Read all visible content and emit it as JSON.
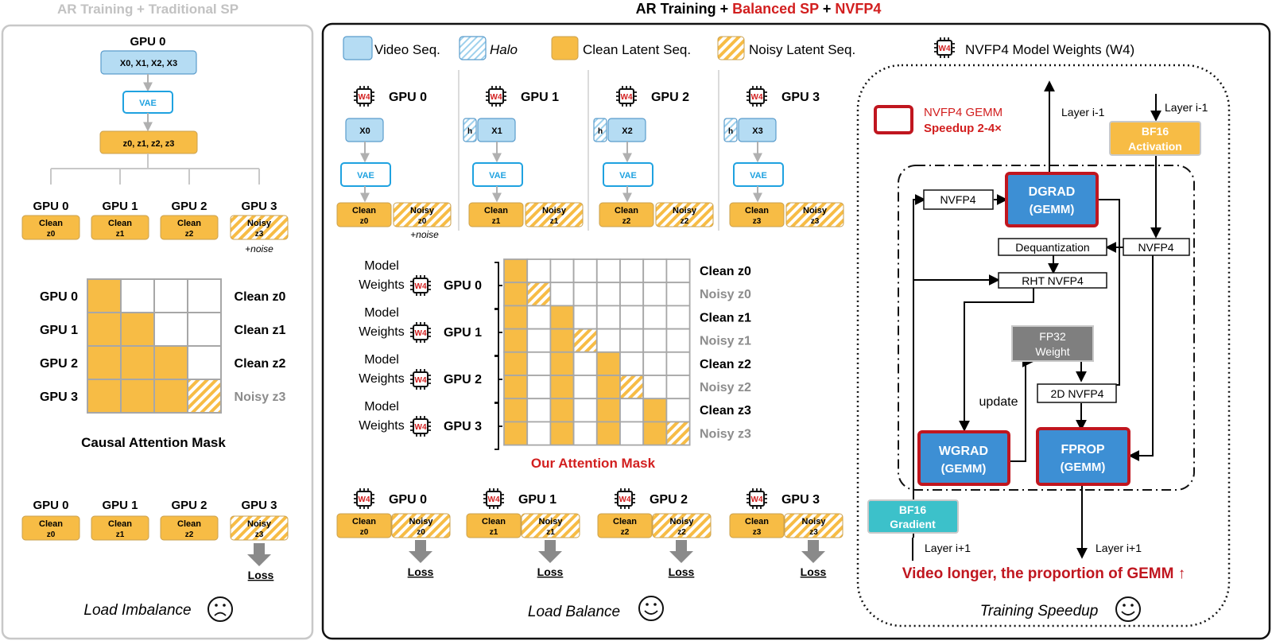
{
  "left": {
    "title": "AR Training + Traditional SP",
    "gpu0_top": "GPU 0",
    "video_frames": "X0, X1, X2, X3",
    "vae": "VAE",
    "latents": "z0, z1, z2, z3",
    "gpus": [
      {
        "name": "GPU 0",
        "t1": "Clean",
        "t2": "z0"
      },
      {
        "name": "GPU 1",
        "t1": "Clean",
        "t2": "z1"
      },
      {
        "name": "GPU 2",
        "t1": "Clean",
        "t2": "z2"
      },
      {
        "name": "GPU 3",
        "t1": "Noisy",
        "t2": "z3"
      }
    ],
    "noise": "+noise",
    "mask_rows": [
      "GPU 0",
      "GPU 1",
      "GPU 2",
      "GPU 3"
    ],
    "mask_labels": [
      "Clean z0",
      "Clean z1",
      "Clean z2",
      "Noisy z3"
    ],
    "mask_title": "Causal Attention Mask",
    "loss": "Loss",
    "footer": "Load Imbalance"
  },
  "right": {
    "title_1": "AR Training + ",
    "title_2": "Balanced SP",
    "title_3": " + ",
    "title_4": "NVFP4",
    "legend": {
      "video": "Video Seq.",
      "halo": "Halo",
      "clean": "Clean Latent Seq.",
      "noisy": "Noisy Latent Seq.",
      "weights": "NVFP4 Model Weights (W4)",
      "w4": "W4"
    },
    "gpus": [
      {
        "name": "GPU 0",
        "x": "X0",
        "clean": "z0",
        "noisy": "z0"
      },
      {
        "name": "GPU 1",
        "x": "X1",
        "clean": "z1",
        "noisy": "z1"
      },
      {
        "name": "GPU 2",
        "x": "X2",
        "clean": "z2",
        "noisy": "z2"
      },
      {
        "name": "GPU 3",
        "x": "X3",
        "clean": "z3",
        "noisy": "z3"
      }
    ],
    "halo_h": "h",
    "vae": "VAE",
    "clean_word": "Clean",
    "noisy_word": "Noisy",
    "noise": "+noise",
    "model_1": "Model",
    "model_2": "Weights",
    "mask_labels": [
      "Clean z0",
      "Noisy z0",
      "Clean z1",
      "Noisy z1",
      "Clean z2",
      "Noisy z2",
      "Clean z3",
      "Noisy z3"
    ],
    "mask_title": "Our Attention Mask",
    "loss": "Loss",
    "footer": "Load Balance"
  },
  "speedup": {
    "legend_1": "NVFP4 GEMM",
    "legend_2": "Speedup 2-4×",
    "layer_im1_a": "Layer i-1",
    "layer_im1_b": "Layer i-1",
    "bf16_act_1": "BF16",
    "bf16_act_2": "Activation",
    "nvfp4_a": "NVFP4",
    "nvfp4_b": "NVFP4",
    "dgrad_1": "DGRAD",
    "dgrad_2": "(GEMM)",
    "dequant": "Dequantization",
    "rht": "RHT NVFP4",
    "fp32_1": "FP32",
    "fp32_2": "Weight",
    "update": "update",
    "nvfp4_2d": "2D NVFP4",
    "wgrad_1": "WGRAD",
    "wgrad_2": "(GEMM)",
    "fprop_1": "FPROP",
    "fprop_2": "(GEMM)",
    "bf16_grad_1": "BF16",
    "bf16_grad_2": "Gradient",
    "layer_ip1_a": "Layer i+1",
    "layer_ip1_b": "Layer i+1",
    "headline": "Video longer, the proportion of GEMM ↑",
    "footer": "Training Speedup"
  },
  "colors": {
    "clean": "#F7BC45",
    "video": "#B5DCF3",
    "gemm": "#3D8FD4",
    "red": "#D21F1F",
    "bf16_grad": "#3CC1CA",
    "fp32": "#7F7F7F",
    "gray_text": "#8C8C8C"
  }
}
